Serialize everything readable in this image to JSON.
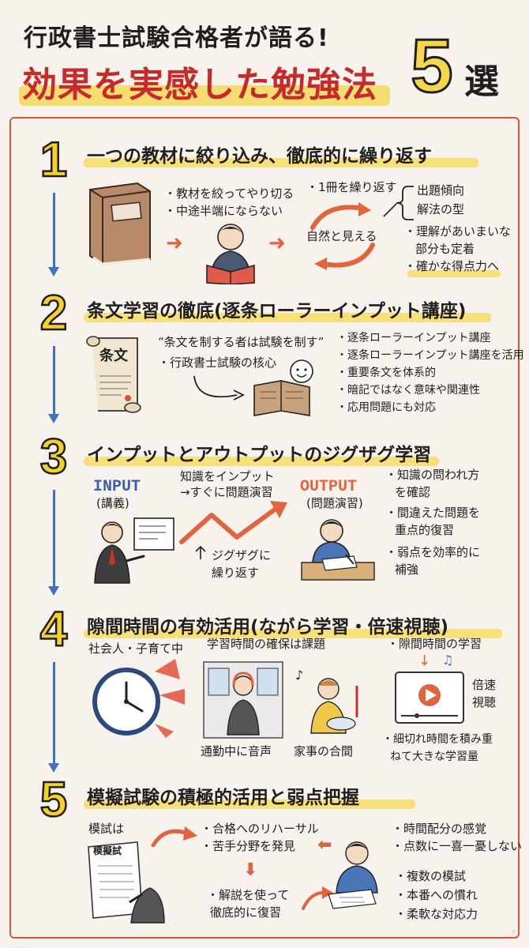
{
  "header": {
    "line1": "行政書士試験合格者が語る!",
    "line2": "効果を実感した勉強法",
    "number": "5",
    "suffix": "選"
  },
  "sections": [
    {
      "number": "1",
      "title": "一つの教材に絞り込み、徹底的に繰り返す",
      "left_bullets": [
        "・教材を絞ってやり切る",
        "・中途半端にならない"
      ],
      "cycle_top": "・1冊を繰り返す",
      "cycle_center": "自然と見える",
      "bracket_items": [
        "出題傾向",
        "解法の型"
      ],
      "right_bullets": [
        "・理解があいまいな",
        "部分も定着",
        "・確かな得点力へ"
      ]
    },
    {
      "number": "2",
      "title": "条文学習の徹底(逐条ローラーインプット講座)",
      "scroll_label": "条文",
      "quote": "“条文を制する者は試験を制す”",
      "core": "・行政書士試験の核心",
      "right_bullets": [
        "・逐条ローラーインプット講座",
        "・逐条ローラーインプット講座を活用",
        "・重要条文を体系的",
        "・暗記ではなく意味や関連性",
        "・応用問題にも対応"
      ]
    },
    {
      "number": "3",
      "title": "インプットとアウトプットのジグザグ学習",
      "input_label": "INPUT",
      "input_sub": "(講義)",
      "zigzag_top": [
        "知識をインプット",
        "→すぐに問題演習"
      ],
      "zigzag_bottom": [
        "ジグザグに",
        "繰り返す"
      ],
      "output_label": "OUTPUT",
      "output_sub": "(問題演習)",
      "right_bullets": [
        "・知識の問われ方",
        "を確認",
        "・間違えた問題を",
        "重点的復習",
        "・弱点を効率的に",
        "補強"
      ]
    },
    {
      "number": "4",
      "title": "隙間時間の有効活用(ながら学習・倍速視聴)",
      "left_label": "社会人・子育て中",
      "center_label": "学習時間の確保は課題",
      "right_label": "・隙間時間の学習",
      "commute": "通勤中に音声",
      "housework": "家事の合間",
      "speed": [
        "倍速",
        "視聴"
      ],
      "bottom": [
        "・細切れ時間を積み重",
        "ねて大きな学習量"
      ]
    },
    {
      "number": "5",
      "title": "模擬試験の積極的活用と弱点把握",
      "left_label": "模試は",
      "paper_label": "模擬試",
      "center_bullets": [
        "・合格へのリハーサル",
        "・苦手分野を発見"
      ],
      "review": [
        "・解説を使って",
        "徹底的に復習"
      ],
      "right_top": [
        "・時間配分の感覚",
        "・点数に一喜一憂しない"
      ],
      "right_bottom": [
        "・複数の模試",
        "・本番への慣れ",
        "・柔軟な対応力"
      ]
    }
  ]
}
